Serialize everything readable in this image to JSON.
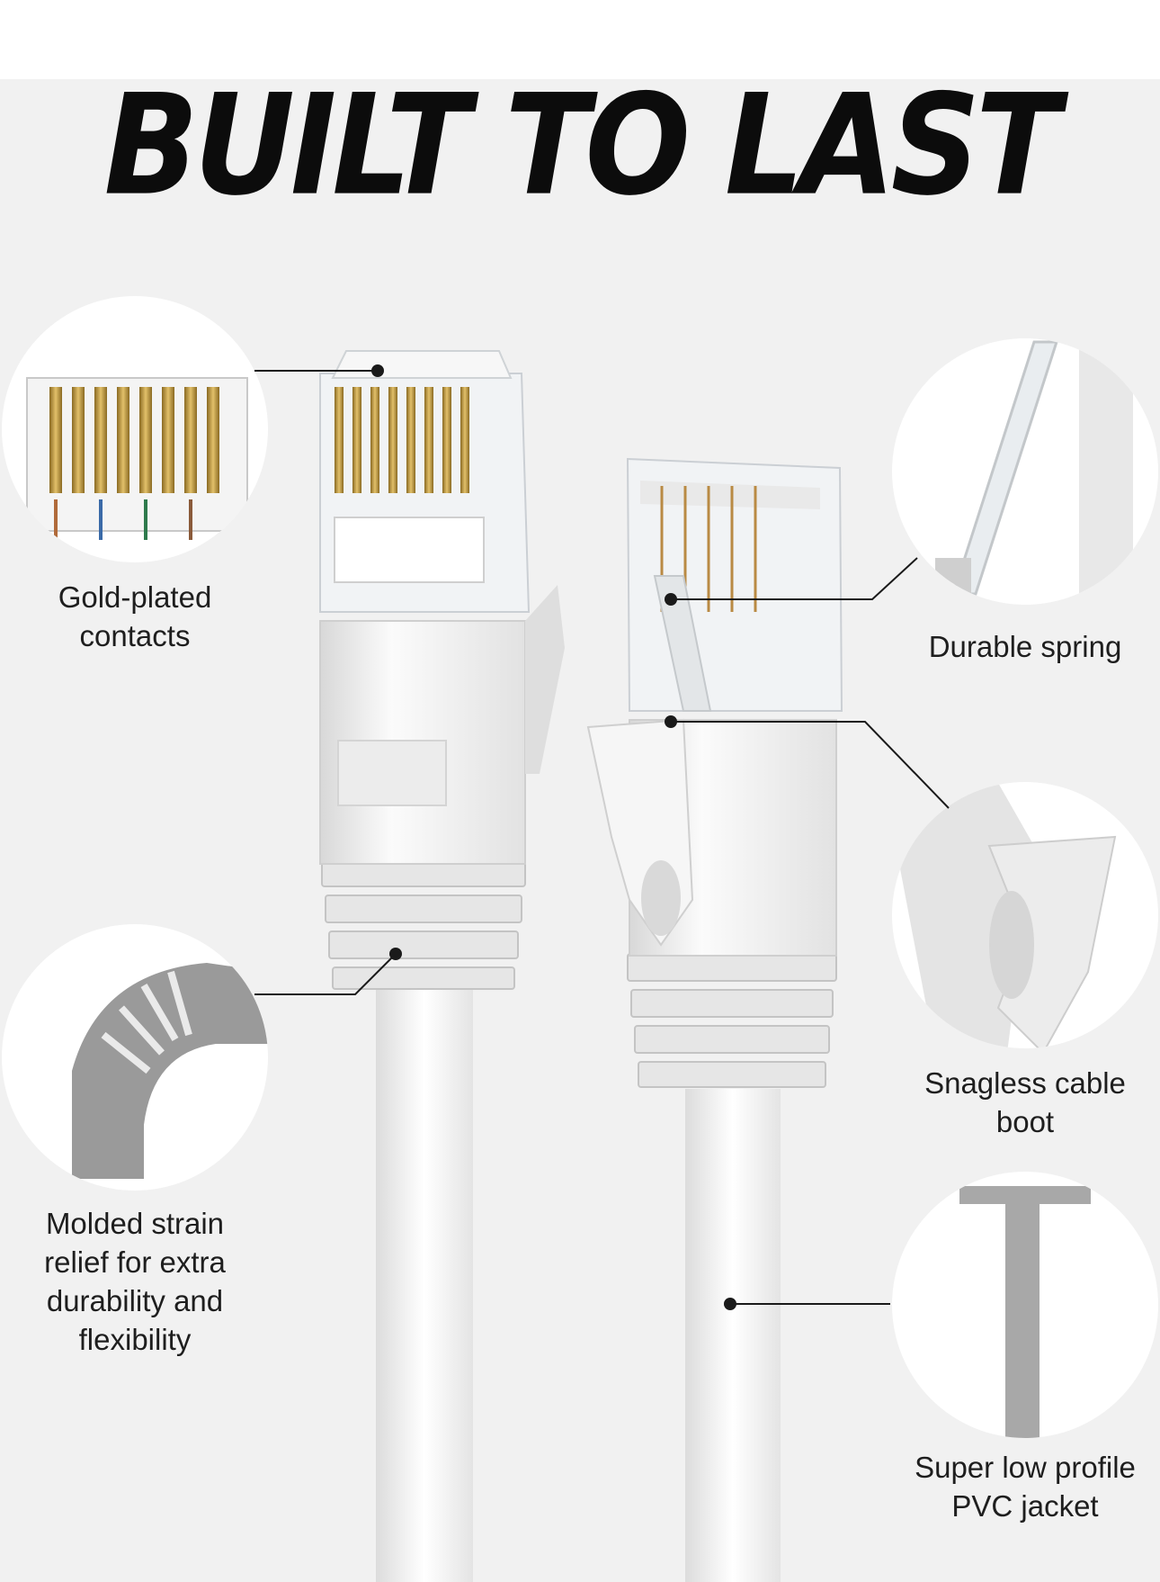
{
  "headline": "BUILT TO LAST",
  "callouts": {
    "gold_contacts": "Gold-plated\ncontacts",
    "durable_spring": "Durable spring",
    "snagless_boot": "Snagless cable\nboot",
    "strain_relief": "Molded strain\nrelief for extra\ndurability and\nflexibility",
    "pvc_jacket": "Super low profile\nPVC jacket"
  },
  "colors": {
    "background": "#f1f1f1",
    "cable_white": "#ffffff",
    "shadow_grey": "#bdbdbd",
    "gold": "#c9a24a",
    "headline": "#0c0c0c"
  }
}
